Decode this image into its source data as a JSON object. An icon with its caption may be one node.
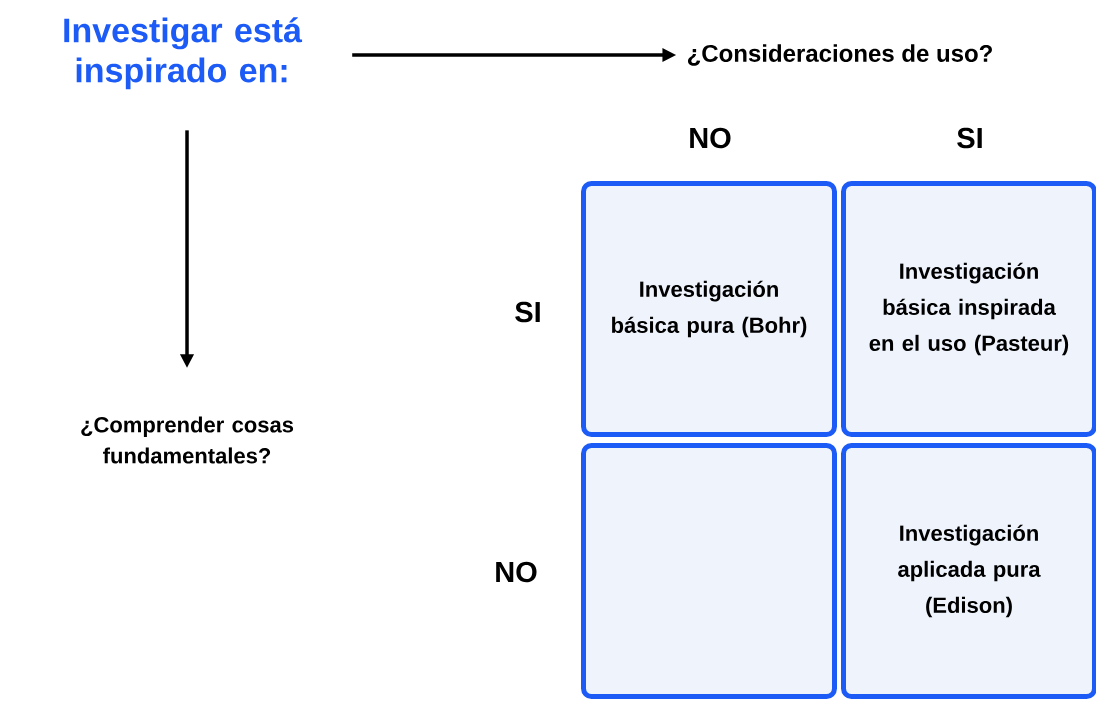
{
  "diagram": {
    "nodes": [
      {
        "text": [
          "Investigar está inspirado en:"
        ]
      },
      {
        "text": [
          "¿Consideraciones de uso?"
        ]
      },
      {
        "text": [
          "¿Comprender cosas fundamentales?"
        ]
      },
      {
        "text": [
          "Investigación básica pura (Bohr)"
        ]
      },
      {
        "text": [
          "Investigación básica inspirada en el uso (Pasteur)"
        ]
      },
      {
        "text": [],
        "shape": "box"
      },
      {
        "text": [
          "Investigación aplicada pura (Edison)"
        ]
      }
    ],
    "edges": [
      {
        "from": 0,
        "to": 1,
        "arrow": "to"
      },
      {
        "from": 0,
        "to": 2,
        "arrow": "to"
      }
    ],
    "labels": [
      "NO",
      "SI",
      "SI",
      "NO"
    ]
  }
}
